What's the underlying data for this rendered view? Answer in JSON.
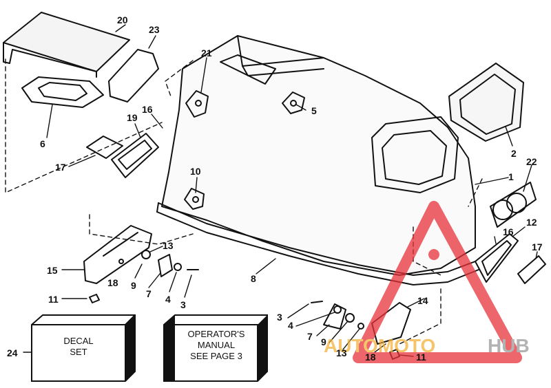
{
  "callouts": {
    "c1": "1",
    "c2": "2",
    "c3a": "3",
    "c3b": "3",
    "c4a": "4",
    "c4b": "4",
    "c5": "5",
    "c6": "6",
    "c7a": "7",
    "c7b": "7",
    "c8": "8",
    "c9a": "9",
    "c9b": "9",
    "c10": "10",
    "c11a": "11",
    "c11b": "11",
    "c12": "12",
    "c13a": "13",
    "c13b": "13",
    "c14": "14",
    "c15": "15",
    "c16a": "16",
    "c16b": "16",
    "c17a": "17",
    "c17b": "17",
    "c18a": "18",
    "c18b": "18",
    "c19": "19",
    "c20": "20",
    "c21": "21",
    "c22": "22",
    "c23": "23",
    "c24": "24"
  },
  "boxes": {
    "decal_line1": "DECAL",
    "decal_line2": "SET",
    "manual_line1": "OPERATOR'S",
    "manual_line2": "MANUAL",
    "manual_line3": "SEE PAGE 3"
  },
  "watermark": {
    "part1": "AUTOMOTO",
    "part2": "HUB",
    "color_red": "#e8333a",
    "color_orange": "#f3b23a",
    "color_gray": "#9a9a9a"
  }
}
